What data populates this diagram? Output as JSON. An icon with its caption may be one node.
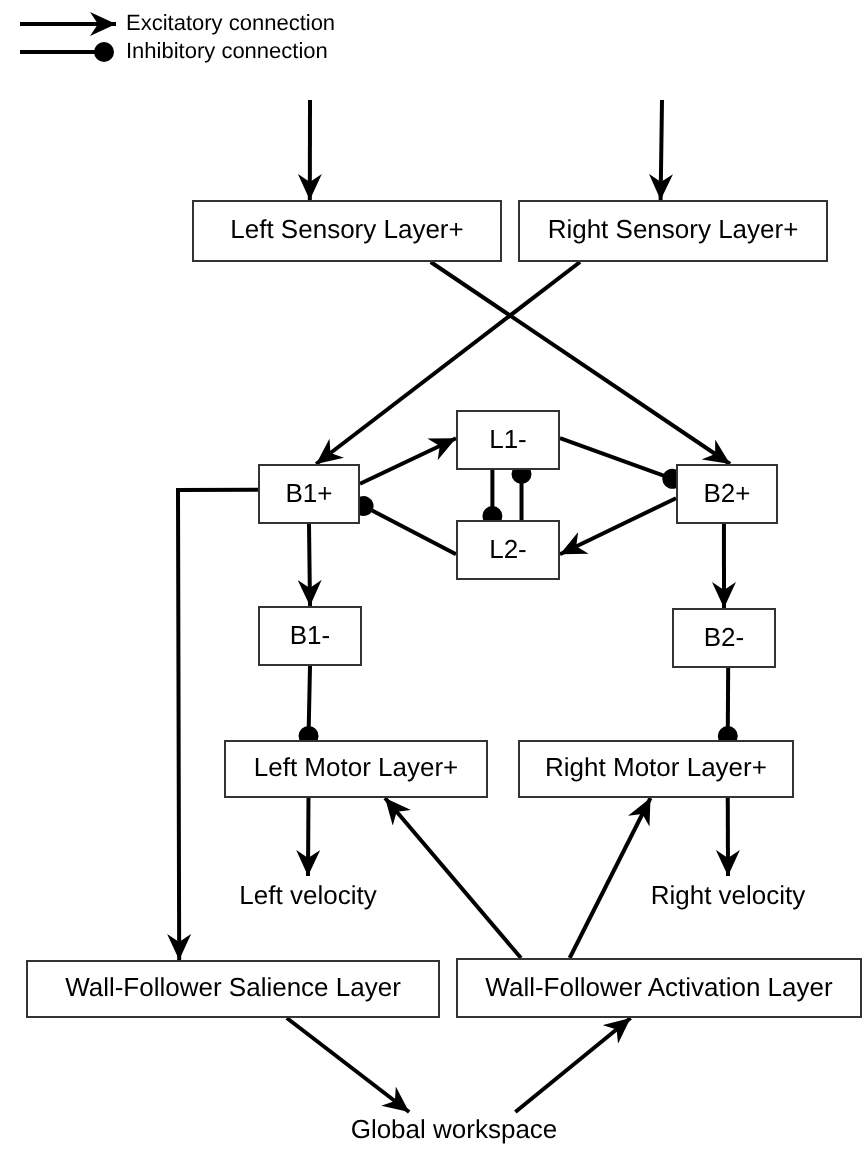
{
  "diagram": {
    "nodes": [
      {
        "text": [
          "Left Sensory Layer+"
        ]
      },
      {
        "text": [
          "Right Sensory Layer+"
        ]
      },
      {
        "text": [
          "B1+"
        ]
      },
      {
        "text": [
          "L1-"
        ]
      },
      {
        "text": [
          "B2+"
        ]
      },
      {
        "text": [
          "L2-"
        ]
      },
      {
        "text": [
          "B1-"
        ]
      },
      {
        "text": [
          "B2-"
        ]
      },
      {
        "text": [
          "Left Motor Layer+"
        ]
      },
      {
        "text": [
          "Right Motor Layer+"
        ]
      },
      {
        "text": [
          "Left velocity"
        ]
      },
      {
        "text": [
          "Right velocity"
        ]
      },
      {
        "text": [
          "Wall-Follower Salience Layer"
        ]
      },
      {
        "text": [
          "Wall-Follower Activation Layer"
        ]
      },
      {
        "text": [
          "Global workspace"
        ]
      }
    ],
    "edges": [
      {
        "from": null,
        "to": 0,
        "arrow": "to"
      },
      {
        "from": null,
        "to": 1,
        "arrow": "to"
      },
      {
        "from": 0,
        "to": 4,
        "arrow": "to"
      },
      {
        "from": 1,
        "to": 2,
        "arrow": "to"
      },
      {
        "from": 2,
        "to": 3,
        "arrow": "to"
      },
      {
        "from": 3,
        "to": 4,
        "arrow": "other"
      },
      {
        "from": 4,
        "to": 5,
        "arrow": "to"
      },
      {
        "from": 5,
        "to": 2,
        "arrow": "other"
      },
      {
        "from": 3,
        "to": 5,
        "arrow": "other"
      },
      {
        "from": 5,
        "to": 3,
        "arrow": "other"
      },
      {
        "from": 2,
        "to": 6,
        "arrow": "to"
      },
      {
        "from": 4,
        "to": 7,
        "arrow": "to"
      },
      {
        "from": 6,
        "to": 8,
        "arrow": "other"
      },
      {
        "from": 7,
        "to": 9,
        "arrow": "other"
      },
      {
        "from": 8,
        "to": 10,
        "arrow": "to"
      },
      {
        "from": 9,
        "to": 11,
        "arrow": "to"
      },
      {
        "from": 2,
        "to": 12,
        "arrow": "to"
      },
      {
        "from": 13,
        "to": 8,
        "arrow": "to"
      },
      {
        "from": 13,
        "to": 9,
        "arrow": "to"
      },
      {
        "from": 12,
        "to": 14,
        "arrow": "to"
      },
      {
        "from": 14,
        "to": 13,
        "arrow": "to"
      }
    ],
    "legend": [
      {
        "text": "Excitatory connection"
      },
      {
        "text": "Inhibitory connection"
      }
    ]
  }
}
